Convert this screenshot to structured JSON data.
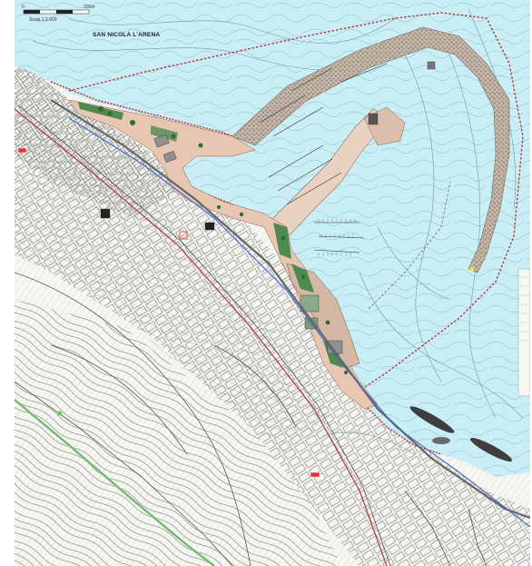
{
  "map": {
    "place_name": "SAN NICOLA L'ARENA",
    "scale": {
      "left_tick": "0",
      "right_tick": "100m",
      "text": "Scala 1:2.000"
    },
    "colors": {
      "sea": "#c9eef6",
      "land": "#f4f4f0",
      "contour": "#5a6a6e",
      "road": "#666666",
      "coast_line": "#b03a3a",
      "breakwater": "#b8a89a",
      "park_green": "#4d8a4d",
      "promenade": "#e8c7b2",
      "rail_green": "#9fd89f",
      "water_blue": "#3f66c7"
    }
  }
}
